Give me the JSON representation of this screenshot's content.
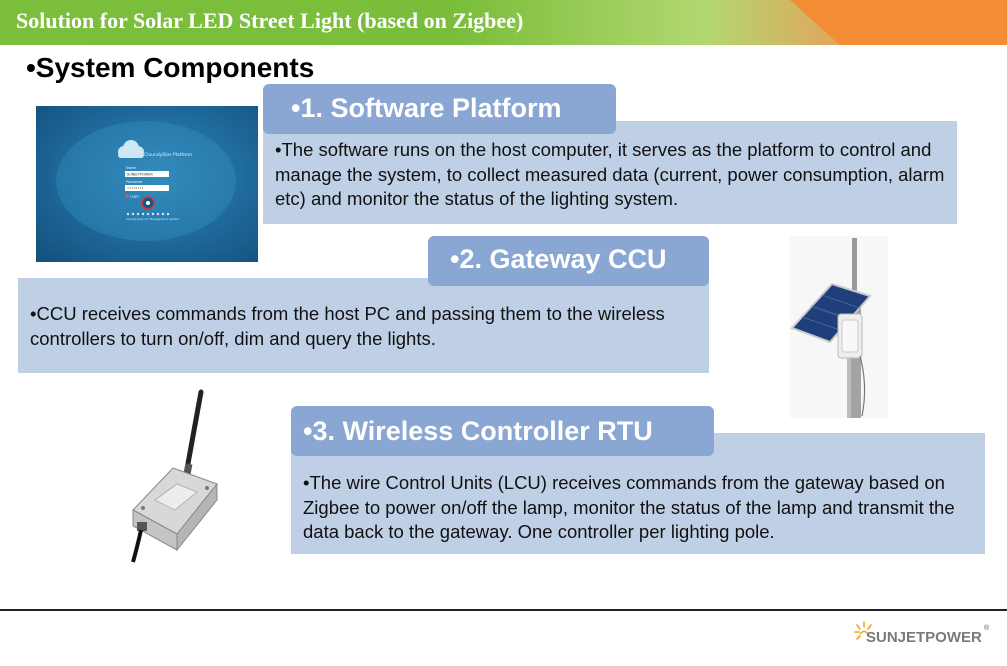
{
  "header": {
    "title": "Solution for Solar LED Street Light (based on Zigbee)"
  },
  "section_heading": "•System Components",
  "components": [
    {
      "title": "•1. Software Platform",
      "text": "•The software runs on the host computer, it serves as the platform to control and manage the system, to collect measured data (current, power consumption, alarm etc)  and monitor the status of the lighting system."
    },
    {
      "title": "•2. Gateway CCU",
      "text": "•CCU receives commands from the host PC and passing them to the wireless controllers to turn on/off, dim and query the lights."
    },
    {
      "title": "•3. Wireless Controller RTU",
      "text": "•The wire Control Units (LCU) receives commands from the gateway based on Zigbee to power on/off the lamp, monitor the status of the lamp and transmit the data back to the gateway. One controller per lighting pole."
    }
  ],
  "software_screenshot": {
    "app_name": "CloundyStar Platform",
    "name_label": "Name",
    "name_value": "SUNJETPOWER",
    "password_label": "Password",
    "password_value": "••••••••",
    "login_label": "Login",
    "footer": "Sunjetpower IoT Management System"
  },
  "logo": {
    "text": "SUNJETPOWER",
    "mark": "®"
  },
  "colors": {
    "title_green": "#7cbf3c",
    "title_orange": "#f28c35",
    "tab_blue": "#8aa6d2",
    "panel_blue": "#bfd0e6"
  }
}
